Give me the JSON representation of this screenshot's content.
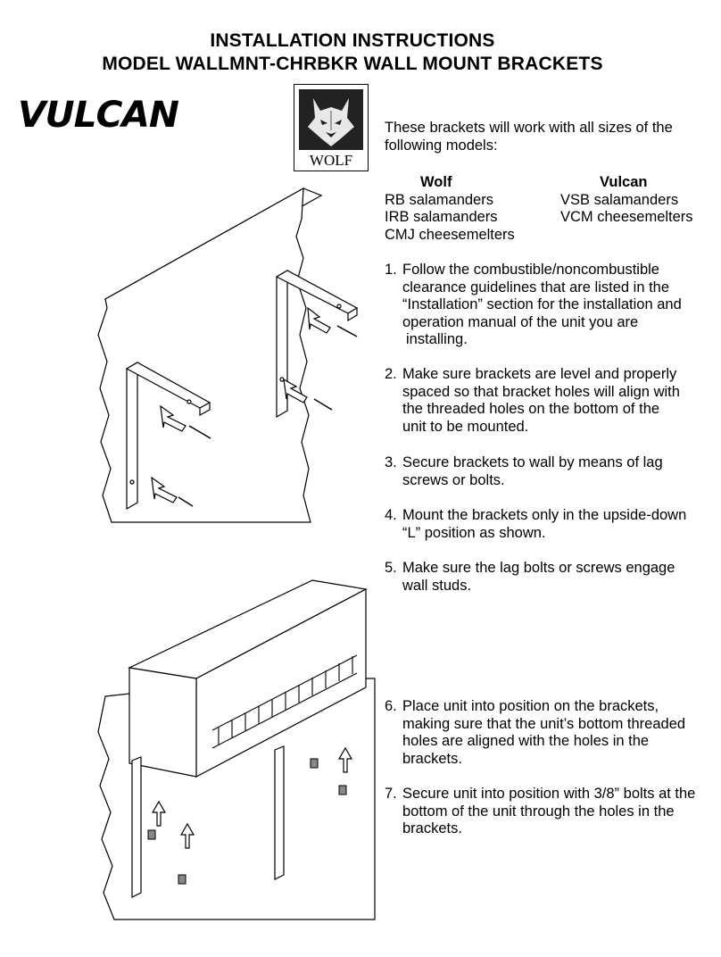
{
  "header": {
    "title_line1": "INSTALLATION INSTRUCTIONS",
    "title_line2": "MODEL WALLMNT-CHRBKR   WALL MOUNT BRACKETS"
  },
  "logos": {
    "vulcan": "VULCAN",
    "wolf": "WOLF"
  },
  "intro": {
    "line1": "These brackets will work with all sizes of the",
    "line2": "following models:"
  },
  "models": {
    "wolf": {
      "heading": "Wolf",
      "items": [
        "RB salamanders",
        "IRB salamanders",
        "CMJ cheesemelters"
      ]
    },
    "vulcan": {
      "heading": "Vulcan",
      "items": [
        "VSB salamanders",
        "VCM cheesemelters"
      ]
    }
  },
  "steps": [
    {
      "num": "1.",
      "lines": [
        "Follow the combustible/noncombustible",
        "clearance guidelines that are listed in the",
        "“Installation” section for the installation and",
        "operation manual of the unit you are",
        " installing."
      ]
    },
    {
      "num": "2.",
      "lines": [
        "Make sure brackets are level and properly",
        "spaced so that bracket holes will align with",
        "the threaded holes on the bottom of the",
        "unit to be mounted."
      ]
    },
    {
      "num": "3.",
      "lines": [
        "Secure brackets to wall by means of lag",
        "screws or bolts."
      ]
    },
    {
      "num": "4.",
      "lines": [
        "Mount the brackets only in the upside-down",
        "“L” position as shown."
      ]
    },
    {
      "num": "5.",
      "lines": [
        "Make sure the lag bolts or screws engage",
        "wall studs."
      ]
    },
    {
      "num": "6.",
      "lines": [
        "Place unit into position on the brackets,",
        "making sure that the unit’s bottom threaded",
        "holes are aligned with the holes in the",
        "brackets."
      ]
    },
    {
      "num": "7.",
      "lines": [
        "Secure unit into position with 3/8” bolts at the",
        "bottom of the unit through the holes in the",
        "brackets."
      ]
    }
  ]
}
